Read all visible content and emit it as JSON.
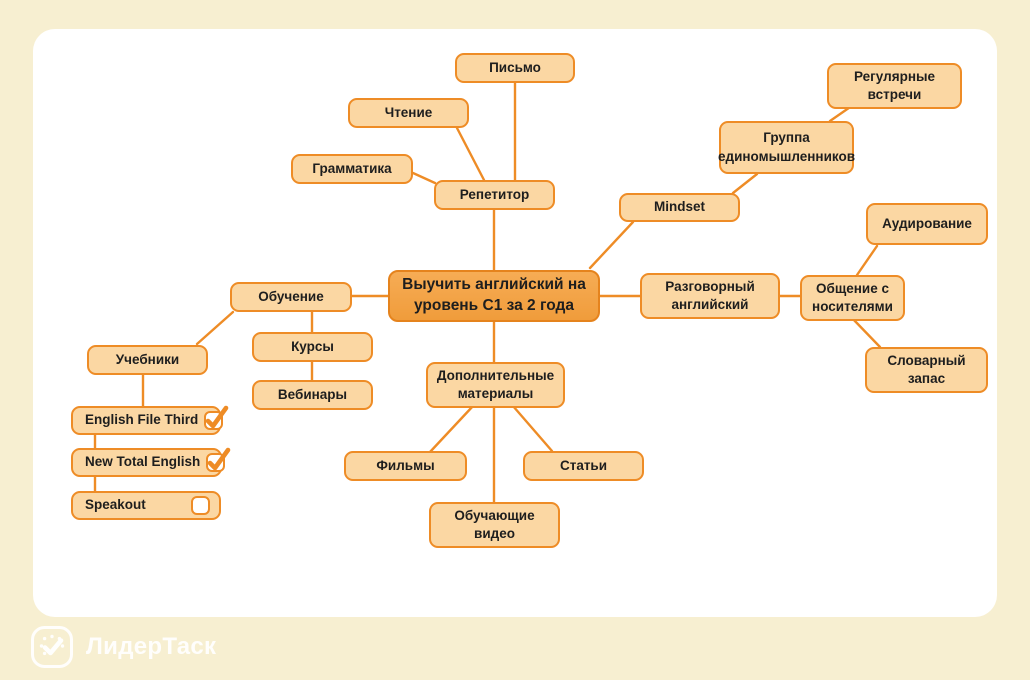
{
  "brand": {
    "name": "ЛидерТаск"
  },
  "mindmap": {
    "central": "Выучить английский на уровень C1 за 2 года",
    "nodes": {
      "writing": "Письмо",
      "reading": "Чтение",
      "grammar": "Грамматика",
      "tutor": "Репетитор",
      "regular_meetings": "Регулярные встречи",
      "like_minded_group": "Группа единомышленников",
      "mindset": "Mindset",
      "listening": "Аудирование",
      "native_speakers": "Общение с носителями",
      "vocabulary": "Словарный запас",
      "spoken_english": "Разговорный английский",
      "learning": "Обучение",
      "textbooks": "Учебники",
      "courses": "Курсы",
      "webinars": "Вебинары",
      "extra_materials": "Дополнительные материалы",
      "films": "Фильмы",
      "articles": "Статьи",
      "educational_videos": "Обучающие видео"
    },
    "checklist": [
      {
        "label": "English File Third",
        "checked": true
      },
      {
        "label": "New Total English",
        "checked": true
      },
      {
        "label": "Speakout",
        "checked": false
      }
    ]
  },
  "colors": {
    "background": "#f7efd1",
    "canvas": "#ffffff",
    "node_fill": "#fbd7a3",
    "node_border": "#ee8c26",
    "central_fill": "#f2a347",
    "central_border": "#e5831d",
    "edge": "#ee8c26",
    "text": "#1e1e1e"
  }
}
